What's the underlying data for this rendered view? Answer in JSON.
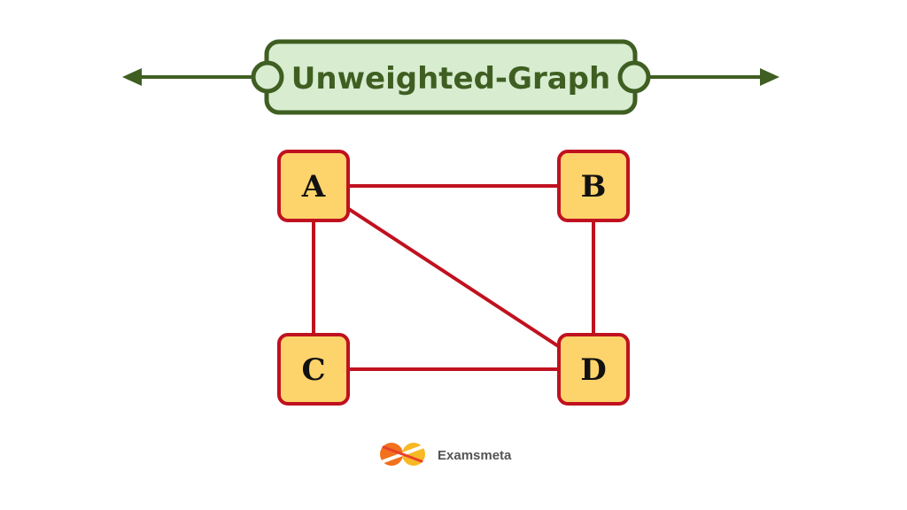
{
  "title": "Unweighted-Graph",
  "brand": {
    "name": "Examsmeta",
    "logo_icon": "infinity-logo-icon"
  },
  "graph": {
    "nodes": [
      {
        "id": "A",
        "label": "A"
      },
      {
        "id": "B",
        "label": "B"
      },
      {
        "id": "C",
        "label": "C"
      },
      {
        "id": "D",
        "label": "D"
      }
    ],
    "edges": [
      {
        "from": "A",
        "to": "B"
      },
      {
        "from": "A",
        "to": "C"
      },
      {
        "from": "A",
        "to": "D"
      },
      {
        "from": "B",
        "to": "D"
      },
      {
        "from": "C",
        "to": "D"
      }
    ]
  },
  "colors": {
    "banner_fill": "#d8ecd0",
    "banner_stroke": "#3f5f22",
    "title_text": "#3f5f22",
    "node_fill": "#fdd36b",
    "node_stroke": "#c0111f",
    "edge": "#c0111f",
    "node_text": "#111111",
    "brand_text": "#555555",
    "logo_orange": "#f2711c",
    "logo_yellow": "#f7b924",
    "logo_red": "#e8412a"
  }
}
